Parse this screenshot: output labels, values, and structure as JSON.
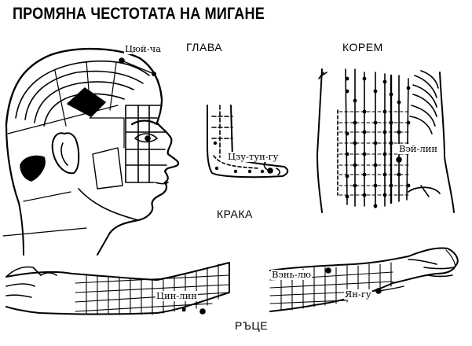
{
  "title": "ПРОМЯНА ЧЕСТОТАТА НА МИГАНЕ",
  "sections": {
    "head": "ГЛАВА",
    "abdomen": "КОРЕМ",
    "legs": "КРАКА",
    "hands": "РЪЦЕ"
  },
  "points": {
    "cuy_cha": "Цюй-ча",
    "czu_tun_gu": "Цзу-тун-гу",
    "vey_lin": "Вэй-лин",
    "cin_lin": "Цин-лин",
    "ven_liu": "Вэнь-лю",
    "yan_gu": "Ян-гу"
  }
}
